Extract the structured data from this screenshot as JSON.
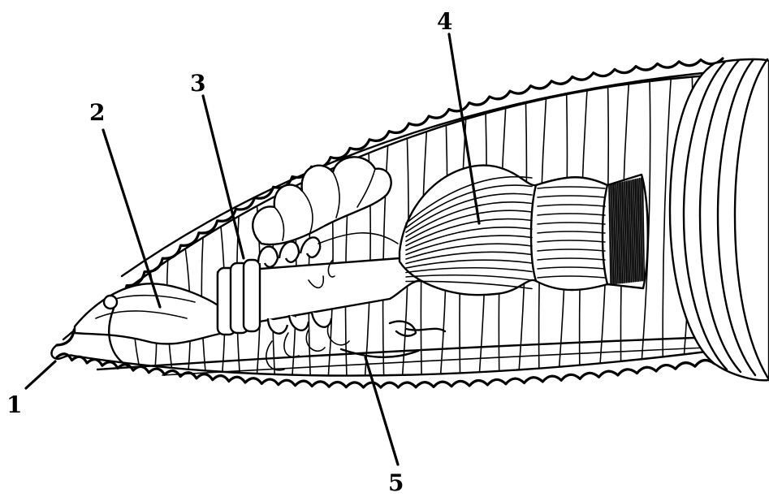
{
  "diagram": {
    "labels": [
      {
        "id": "1",
        "text": "1"
      },
      {
        "id": "2",
        "text": "2"
      },
      {
        "id": "3",
        "text": "3"
      },
      {
        "id": "4",
        "text": "4"
      },
      {
        "id": "5",
        "text": "5"
      }
    ],
    "colors": {
      "ink": "#000000",
      "background": "#ffffff"
    }
  }
}
